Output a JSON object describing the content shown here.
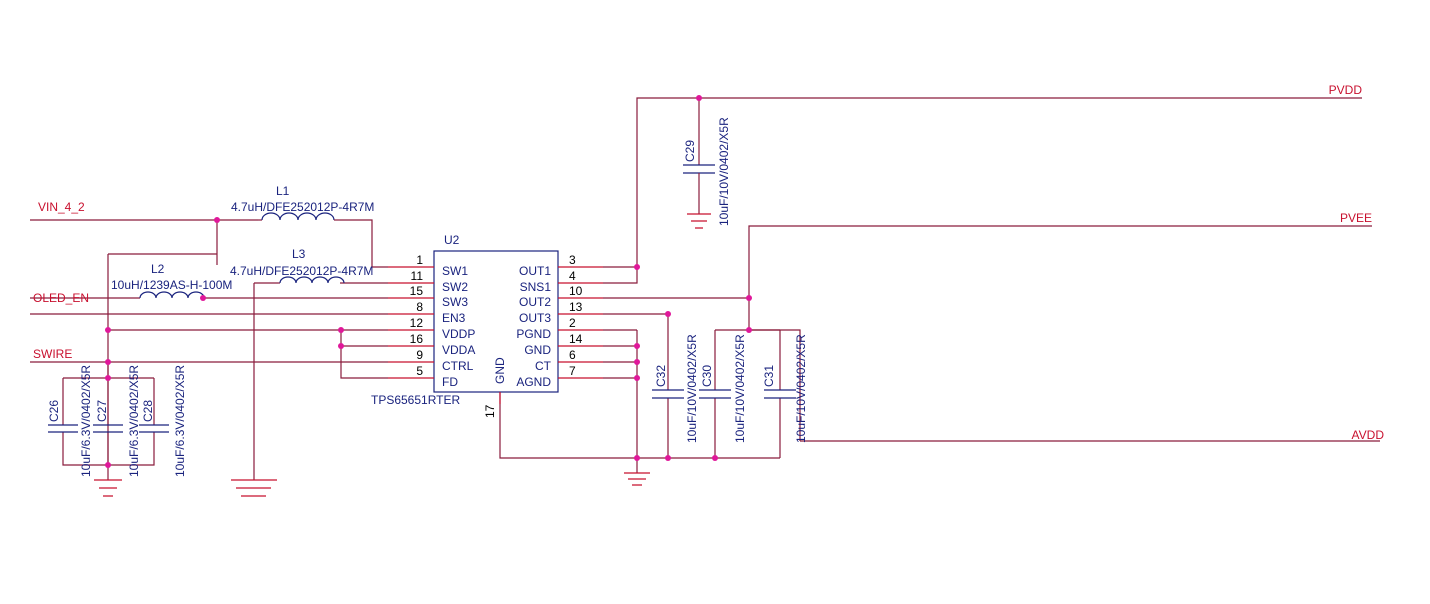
{
  "nets": {
    "pvdd": "PVDD",
    "pvee": "PVEE",
    "avdd": "AVDD",
    "vin": "VIN_4_2",
    "oled_en": "OLED_EN",
    "swire": "SWIRE"
  },
  "ic": {
    "ref": "U2",
    "part": "TPS65651RTER",
    "gnd_pin_name": "GND",
    "gnd_pin_num": "17",
    "left_pins": [
      {
        "num": "1",
        "name": "SW1"
      },
      {
        "num": "11",
        "name": "SW2"
      },
      {
        "num": "15",
        "name": "SW3"
      },
      {
        "num": "8",
        "name": "EN3"
      },
      {
        "num": "12",
        "name": "VDDP"
      },
      {
        "num": "16",
        "name": "VDDA"
      },
      {
        "num": "9",
        "name": "CTRL"
      },
      {
        "num": "5",
        "name": "FD"
      }
    ],
    "right_pins": [
      {
        "num": "3",
        "name": "OUT1"
      },
      {
        "num": "4",
        "name": "SNS1"
      },
      {
        "num": "10",
        "name": "OUT2"
      },
      {
        "num": "13",
        "name": "OUT3"
      },
      {
        "num": "2",
        "name": "PGND"
      },
      {
        "num": "14",
        "name": "GND"
      },
      {
        "num": "6",
        "name": "CT"
      },
      {
        "num": "7",
        "name": "AGND"
      }
    ]
  },
  "inductors": {
    "l1": {
      "ref": "L1",
      "value": "4.7uH/DFE252012P-4R7M"
    },
    "l2": {
      "ref": "L2",
      "value": "10uH/1239AS-H-100M"
    },
    "l3": {
      "ref": "L3",
      "value": "4.7uH/DFE252012P-4R7M"
    }
  },
  "capacitors": {
    "c26": {
      "ref": "C26",
      "value": "10uF/6.3V/0402/X5R"
    },
    "c27": {
      "ref": "C27",
      "value": "10uF/6.3V/0402/X5R"
    },
    "c28": {
      "ref": "C28",
      "value": "10uF/6.3V/0402/X5R"
    },
    "c29": {
      "ref": "C29",
      "value": "10uF/10V/0402/X5R"
    },
    "c30": {
      "ref": "C30",
      "value": "10uF/10V/0402/X5R"
    },
    "c31": {
      "ref": "C31",
      "value": "10uF/10V/0402/X5R"
    },
    "c32": {
      "ref": "C32",
      "value": "10uF/10V/0402/X5R"
    }
  },
  "colors": {
    "wire": "#8a1c3c",
    "pin": "#c8102e",
    "symbol": "#1a237e",
    "junction": "#e0189a",
    "net_label": "#c8102e"
  }
}
